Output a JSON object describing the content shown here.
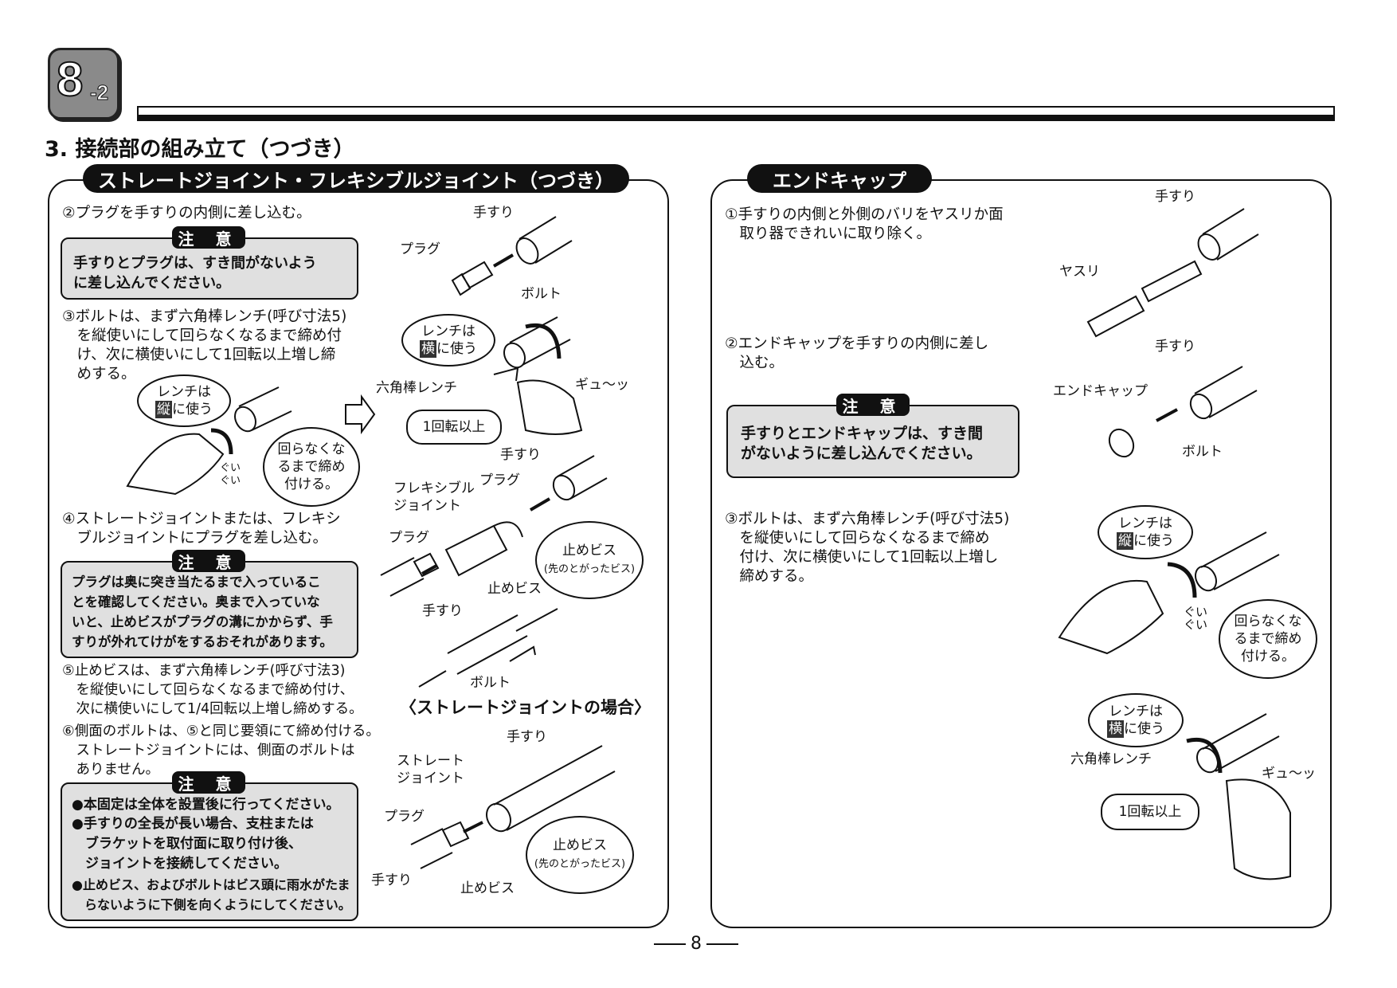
{
  "header": {
    "badge_number": "8",
    "badge_sub": "-2",
    "section_title": "3. 接続部の組み立て（つづき）"
  },
  "left_panel": {
    "title": "ストレートジョイント・フレキシブルジョイント（つづき）",
    "step2": "②プラグを手すりの内側に差し込む。",
    "caution_label": "注 意",
    "caution1": "手すりとプラグは、すき間がないよう\nに差し込んでください。",
    "step3": "③ボルトは、まず六角棒レンチ(呼び寸法5)\n　を縦使いにして回らなくなるまで締め付\n　け、次に横使いにして1回転以上増し締\n　めする。",
    "step4": "④ストレートジョイントまたは、フレキシ\n　ブルジョイントにプラグを差し込む。",
    "caution2": "プラグは奥に突き当たるまで入っているこ\nとを確認してください。奥まで入っていな\nいと、止めビスがプラグの溝にかからず、手\nすりが外れてけがをするおそれがあります。",
    "step5": "⑤止めビスは、まず六角棒レンチ(呼び寸法3)\n　を縦使いにして回らなくなるまで締め付け、\n　次に横使いにして1/4回転以上増し締めする。",
    "step6": "⑥側面のボルトは、⑤と同じ要領にて締め付ける。\n　ストレートジョイントには、側面のボルトは\n　ありません。",
    "caution3_items": [
      "●本固定は全体を設置後に行ってください。",
      "●手すりの全長が長い場合、支柱または\n　ブラケットを取付面に取り付け後、\n　ジョイントを接続してください。",
      "●止めビス、およびボルトはビス頭に雨水がたま\n　らないように下側を向くようにしてください。"
    ],
    "labels": {
      "handrail": "手すり",
      "plug": "プラグ",
      "bolt": "ボルト",
      "wrench_horizontal_1": "レンチは",
      "wrench_horizontal_k": "横",
      "wrench_horizontal_2": "に使う",
      "wrench_vertical_1": "レンチは",
      "wrench_vertical_k": "縦",
      "wrench_vertical_2": "に使う",
      "hex_wrench": "六角棒レンチ",
      "squeeze": "ギュ～ッ",
      "one_turn": "1回転以上",
      "tighten_until": "回らなくな\nるまで締め\n付ける。",
      "guigui": "ぐい\nぐい",
      "flexible_joint": "フレキシブル\nジョイント",
      "set_screw": "止めビス",
      "set_screw_bubble": "止めビス",
      "set_screw_note": "(先のとがったビス)",
      "straight_joint": "ストレート\nジョイント"
    },
    "caption_straight": "〈ストレートジョイントの場合〉"
  },
  "right_panel": {
    "title": "エンドキャップ",
    "step1": "①手すりの内側と外側のバリをヤスリか面\n　取り器できれいに取り除く。",
    "step2": "②エンドキャップを手すりの内側に差し\n　込む。",
    "caution_label": "注 意",
    "caution": "手すりとエンドキャップは、すき間\nがないように差し込んでください。",
    "step3": "③ボルトは、まず六角棒レンチ(呼び寸法5)\n　を縦使いにして回らなくなるまで締め\n　付け、次に横使いにして1回転以上増し\n　締めする。",
    "labels": {
      "handrail": "手すり",
      "file": "ヤスリ",
      "end_cap": "エンドキャップ",
      "bolt": "ボルト",
      "wrench_vertical_1": "レンチは",
      "wrench_vertical_k": "縦",
      "wrench_vertical_2": "に使う",
      "guigui": "ぐい\nぐい",
      "tighten_until": "回らなくな\nるまで締め\n付ける。",
      "wrench_horizontal_1": "レンチは",
      "wrench_horizontal_k": "横",
      "wrench_horizontal_2": "に使う",
      "hex_wrench": "六角棒レンチ",
      "squeeze": "ギュ～ッ",
      "one_turn": "1回転以上"
    }
  },
  "footer": {
    "page_number": "8"
  }
}
